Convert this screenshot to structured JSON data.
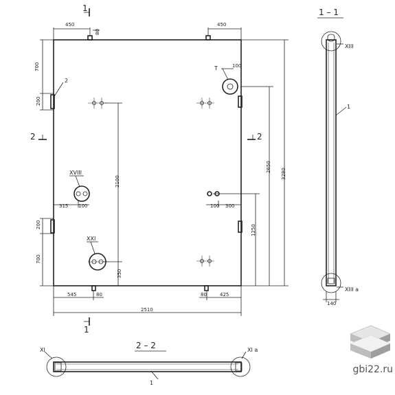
{
  "sections": {
    "s1_top": "1",
    "s1_bottom": "1",
    "s2_left": "2",
    "s2_right": "2",
    "view_1_1": "1 – 1",
    "view_2_2": "2 – 2"
  },
  "dimensions": {
    "top_left": "450",
    "top_right": "450",
    "top_80": "80",
    "left_700_top": "700",
    "left_200_top": "200",
    "left_200_bottom": "200",
    "left_700_bottom": "700",
    "bottom_545": "545",
    "bottom_80_left": "80",
    "bottom_80_right": "80",
    "bottom_425": "425",
    "overall_width": "2510",
    "overall_height": "3280",
    "height_2650": "2650",
    "height_2100": "2100",
    "height_1250": "1250",
    "height_350": "350",
    "horiz_315": "315",
    "horiz_100_left": "100",
    "horiz_100_right": "100",
    "horiz_300": "300",
    "horiz_100_top": "100",
    "section_140": "140"
  },
  "callouts": {
    "mark_T": "T",
    "mark_2": "2",
    "mark_XVIII": "XVIII",
    "mark_XXI": "XXI",
    "sec_XIII": "XIII",
    "sec_XIIIa": "XIII а",
    "sec_1_leader": "1",
    "bottom_XI": "XI",
    "bottom_XIa": "XI а",
    "bottom_1_leader": "1"
  },
  "brand": {
    "site": "gbi22.ru"
  }
}
